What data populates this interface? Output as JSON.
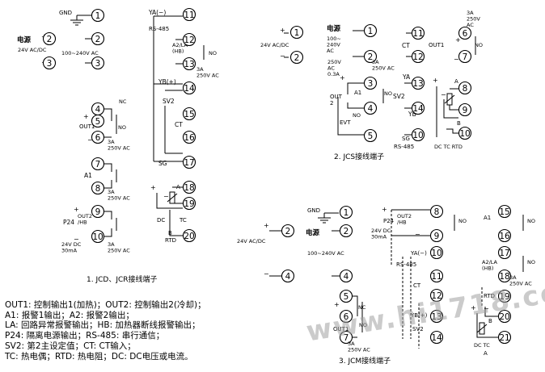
{
  "captions": {
    "d1": "1. JCD、JCR接线端子",
    "d2": "2. JCS接线端子",
    "d3": "3. JCM接线端子"
  },
  "diagram1": {
    "gnd": "GND",
    "power_dc_title": "电源",
    "power_dc": "24V AC/DC",
    "power_ac": "100~240V AC",
    "nc": "NC",
    "no": "NO",
    "out1": "OUT1",
    "out2_hb": "OUT2\n/HB",
    "a1": "A1",
    "p24": "P24",
    "dc24": "24V DC\n30mA",
    "rating": "3A\n250V AC",
    "ya": "YA(−)",
    "rs485": "RS-485",
    "a2la_hb": "A2/LA\n(HB)",
    "yb": "YB(+)",
    "sv2": "SV2",
    "ct": "CT",
    "sg": "SG",
    "rtd": "RTD",
    "dc": "DC",
    "tc": "TC",
    "a": "A",
    "b": "B",
    "plus": "+",
    "minus": "−"
  },
  "diagram2": {
    "power_dc": "24V AC/DC",
    "power_title": "电源",
    "power_ac": "100~\n240V\nAC",
    "rating_top": "3A\n250V\nAC",
    "ct": "CT",
    "out1": "OUT1",
    "out2_rating": "250V\nAC\n0.3A",
    "rating_mid": "3A\n250V AC",
    "out2": "OUT\n2",
    "a1": "A1",
    "no": "NO",
    "evt": "EVT",
    "sv2": "SV2",
    "ya": "YA",
    "yb": "YB",
    "sg": "SG",
    "rs485": "RS-485",
    "dc_tc_rtd": "DC  TC  RTD",
    "a": "A",
    "b": "B",
    "plus": "+",
    "minus": "−"
  },
  "diagram3": {
    "gnd": "GND",
    "power_title": "电源",
    "power_dc": "24V AC/DC",
    "power_ac": "100~240V AC",
    "p24": "P24",
    "dc24": "24V DC\n30mA",
    "out2_hb": "OUT2\n/HB",
    "a1": "A1",
    "a2la_hb": "A2/LA\n(HB)",
    "ya": "YA(−)",
    "rs485": "RS-485",
    "ct": "CT",
    "yb": "YB(+)",
    "sv2": "SV2",
    "nc": "NC",
    "no": "NO",
    "out1": "OUT1",
    "rating": "3A\n250V AC",
    "rtd": "RTD",
    "dc_tc": "DC  TC",
    "a": "A",
    "b": "B",
    "plus": "+",
    "minus": "−"
  },
  "legend": [
    "OUT1: 控制输出1(加热)；OUT2: 控制输出2(冷却)；",
    "A1: 报警1输出；A2: 报警2输出；",
    "LA: 回路异常报警输出；HB: 加热器断线报警输出；",
    "P24: 隔离电源输出；RS-485: 串行通信；",
    "SV2: 第2主设定值；CT: CT输入；",
    "TC: 热电偶；RTD: 热电阻；DC: DC电压或电流。"
  ],
  "watermark": "www.hi1718.com"
}
